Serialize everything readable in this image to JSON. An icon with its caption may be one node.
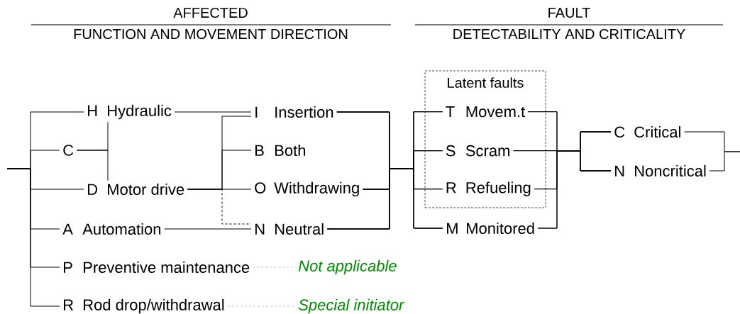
{
  "diagram": {
    "nodes": [
      {
        "text": [
          "H",
          "Hydraulic"
        ]
      },
      {
        "text": [
          "C"
        ]
      },
      {
        "text": [
          "D",
          "Motor drive"
        ]
      },
      {
        "text": [
          "A",
          "Automation"
        ]
      },
      {
        "text": [
          "P",
          "Preventive maintenance"
        ]
      },
      {
        "text": [
          "R",
          "Rod drop/withdrawal"
        ]
      },
      {
        "text": [
          "I",
          "Insertion"
        ]
      },
      {
        "text": [
          "B",
          "Both"
        ]
      },
      {
        "text": [
          "O",
          "Withdrawing"
        ]
      },
      {
        "text": [
          "N",
          "Neutral"
        ]
      },
      {
        "text": [
          "Not applicable"
        ]
      },
      {
        "text": [
          "Special initiator"
        ]
      },
      {
        "text": [
          "Latent faults"
        ]
      },
      {
        "text": [
          "T",
          "Movem.t"
        ],
        "in": 12
      },
      {
        "text": [
          "S",
          "Scram"
        ],
        "in": 12
      },
      {
        "text": [
          "R",
          "Refueling"
        ],
        "in": 12
      },
      {
        "text": [
          "M",
          "Monitored"
        ]
      },
      {
        "text": [
          "C",
          "Critical"
        ]
      },
      {
        "text": [
          "N",
          "Noncritical"
        ]
      }
    ],
    "edges": [
      {
        "from": null,
        "to": 0,
        "arrow": "none"
      },
      {
        "from": null,
        "to": 1,
        "arrow": "none"
      },
      {
        "from": null,
        "to": 2,
        "arrow": "none"
      },
      {
        "from": null,
        "to": 3,
        "arrow": "none"
      },
      {
        "from": null,
        "to": 4,
        "arrow": "none"
      },
      {
        "from": null,
        "to": 5,
        "arrow": "none"
      },
      {
        "from": 1,
        "to": 0,
        "arrow": "none"
      },
      {
        "from": 1,
        "to": 2,
        "arrow": "none"
      },
      {
        "from": 0,
        "to": 6,
        "arrow": "none"
      },
      {
        "from": 2,
        "to": 6,
        "arrow": "none"
      },
      {
        "from": 2,
        "to": 7,
        "arrow": "none"
      },
      {
        "from": 2,
        "to": 8,
        "arrow": "none"
      },
      {
        "from": 2,
        "to": 9,
        "arrow": "none",
        "style": "dashed"
      },
      {
        "from": 3,
        "to": 9,
        "arrow": "none"
      },
      {
        "from": 4,
        "to": 10,
        "arrow": "none",
        "style": "dashed",
        "color": "#999999"
      },
      {
        "from": 5,
        "to": 11,
        "arrow": "none",
        "style": "dashed",
        "color": "#999999"
      },
      {
        "from": 6,
        "to": 13,
        "arrow": "none"
      },
      {
        "from": 6,
        "to": 14,
        "arrow": "none"
      },
      {
        "from": 6,
        "to": 15,
        "arrow": "none"
      },
      {
        "from": 6,
        "to": 16,
        "arrow": "none"
      },
      {
        "from": 8,
        "to": 13,
        "arrow": "none"
      },
      {
        "from": 8,
        "to": 14,
        "arrow": "none"
      },
      {
        "from": 8,
        "to": 15,
        "arrow": "none"
      },
      {
        "from": 8,
        "to": 16,
        "arrow": "none"
      },
      {
        "from": 9,
        "to": 13,
        "arrow": "none"
      },
      {
        "from": 9,
        "to": 14,
        "arrow": "none"
      },
      {
        "from": 9,
        "to": 15,
        "arrow": "none"
      },
      {
        "from": 9,
        "to": 16,
        "arrow": "none"
      },
      {
        "from": 13,
        "to": 17,
        "arrow": "none"
      },
      {
        "from": 13,
        "to": 18,
        "arrow": "none"
      },
      {
        "from": 14,
        "to": 17,
        "arrow": "none"
      },
      {
        "from": 14,
        "to": 18,
        "arrow": "none"
      },
      {
        "from": 15,
        "to": 17,
        "arrow": "none"
      },
      {
        "from": 15,
        "to": 18,
        "arrow": "none"
      },
      {
        "from": 16,
        "to": 17,
        "arrow": "none"
      },
      {
        "from": 16,
        "to": 18,
        "arrow": "none"
      },
      {
        "from": 17,
        "to": null,
        "arrow": "none"
      },
      {
        "from": 18,
        "to": null,
        "arrow": "none"
      }
    ],
    "labels": [
      "AFFECTED",
      "FUNCTION AND MOVEMENT DIRECTION",
      "FAULT",
      "DETECTABILITY AND CRITICALITY"
    ]
  }
}
